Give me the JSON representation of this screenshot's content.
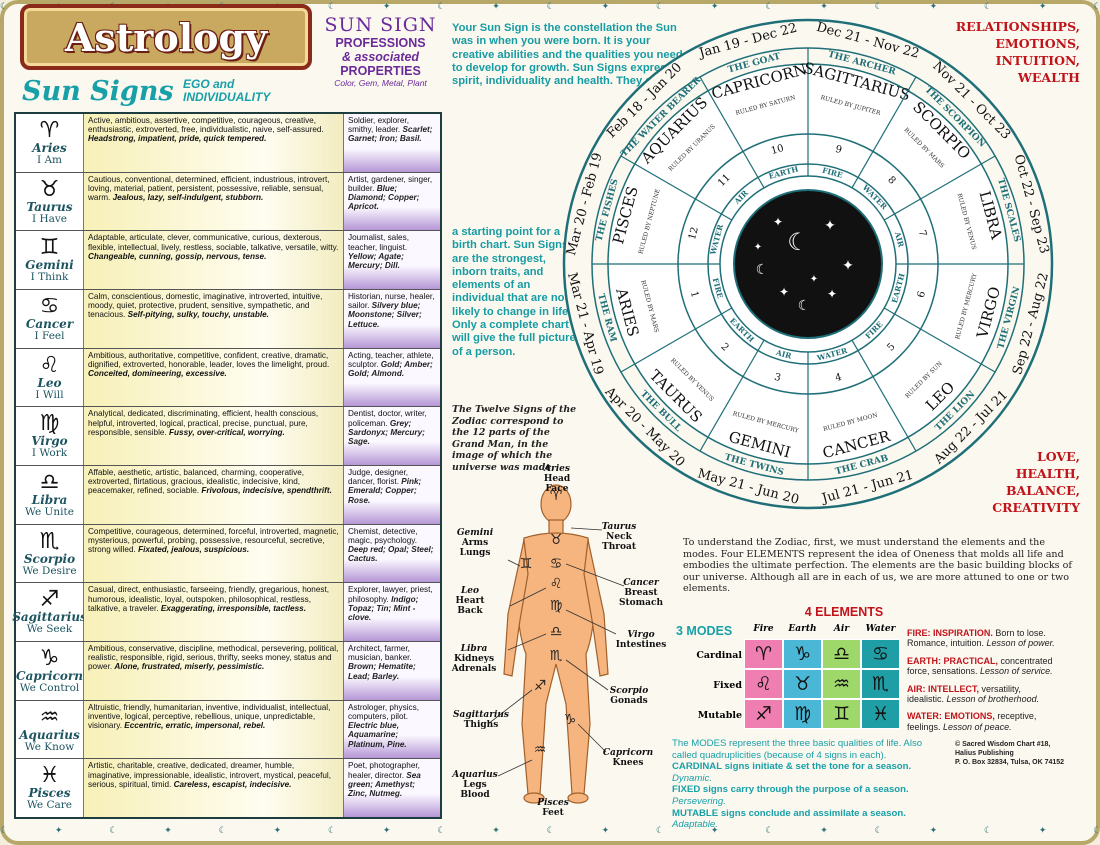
{
  "title": "Astrology",
  "sun_signs_heading": "Sun Signs",
  "ego_line1": "EGO and",
  "ego_line2": "INDIVIDUALITY",
  "professions_header": {
    "line1": "SUN SIGN",
    "line2": "PROFESSIONS",
    "line3": "& associated",
    "line4": "PROPERTIES",
    "line5": "Color, Gem, Metal, Plant"
  },
  "signs": [
    {
      "glyph": "♈",
      "name": "Aries",
      "motto": "I Am",
      "traits": "Active, ambitious, assertive, competitive, courageous, creative, enthusiastic, extroverted, free, individualistic, naive, self-assured.",
      "traits_neg": "Headstrong, impatient, pride, quick tempered.",
      "prof": "Soldier, explorer, smithy, leader.",
      "prop": "Scarlet; Garnet; Iron; Basil."
    },
    {
      "glyph": "♉",
      "name": "Taurus",
      "motto": "I Have",
      "traits": "Cautious, conventional, determined, efficient, industrious, introvert, loving, material, patient, persistent, possessive, reliable, sensual, warm.",
      "traits_neg": "Jealous, lazy, self-indulgent, stubborn.",
      "prof": "Artist, gardener, singer, builder.",
      "prop": "Blue; Diamond; Copper; Apricot."
    },
    {
      "glyph": "♊",
      "name": "Gemini",
      "motto": "I Think",
      "traits": "Adaptable, articulate, clever, communicative, curious, dexterous, flexible, intellectual, lively, restless, sociable, talkative, versatile, witty.",
      "traits_neg": "Changeable, cunning, gossip, nervous, tense.",
      "prof": "Journalist, sales, teacher, linguist.",
      "prop": "Yellow; Agate; Mercury; Dill."
    },
    {
      "glyph": "♋",
      "name": "Cancer",
      "motto": "I Feel",
      "traits": "Calm, conscientious, domestic, imaginative, introverted, intuitive, moody, quiet, protective, prudent, sensitive, sympathetic, and tenacious.",
      "traits_neg": "Self-pitying, sulky, touchy, unstable.",
      "prof": "Historian, nurse, healer, sailor.",
      "prop": "Silvery blue; Moonstone; Silver; Lettuce."
    },
    {
      "glyph": "♌",
      "name": "Leo",
      "motto": "I Will",
      "traits": "Ambitious, authoritative, competitive, confident, creative, dramatic, dignified, extroverted, honorable, leader, loves the limelight, proud.",
      "traits_neg": "Conceited, domineering, excessive.",
      "prof": "Acting, teacher, athlete, sculptor.",
      "prop": "Gold; Amber; Gold; Almond."
    },
    {
      "glyph": "♍",
      "name": "Virgo",
      "motto": "I Work",
      "traits": "Analytical, dedicated, discriminating, efficient, health conscious, helpful, introverted, logical, practical, precise, punctual, pure, responsible, sensible.",
      "traits_neg": "Fussy, over-critical, worrying.",
      "prof": "Dentist, doctor, writer, policeman.",
      "prop": "Grey; Sardonyx; Mercury; Sage."
    },
    {
      "glyph": "♎",
      "name": "Libra",
      "motto": "We Unite",
      "traits": "Affable, aesthetic, artistic, balanced, charming, cooperative, extroverted, flirtatious, gracious, idealistic, indecisive, kind, peacemaker, refined, sociable.",
      "traits_neg": "Frivolous, indecisive, spendthrift.",
      "prof": "Judge, designer, dancer, florist.",
      "prop": "Pink; Emerald; Copper; Rose."
    },
    {
      "glyph": "♏",
      "name": "Scorpio",
      "motto": "We Desire",
      "traits": "Competitive, courageous, determined, forceful, introverted, magnetic, mysterious, powerful, probing, possessive, resourceful, secretive, strong willed.",
      "traits_neg": "Fixated, jealous, suspicious.",
      "prof": "Chemist, detective, magic, psychology.",
      "prop": "Deep red; Opal; Steel; Cactus."
    },
    {
      "glyph": "♐",
      "name": "Sagittarius",
      "motto": "We Seek",
      "traits": "Casual, direct, enthusiastic, farseeing, friendly, gregarious, honest, humorous, idealistic, loyal, outspoken, philosophical, restless, talkative, a traveler.",
      "traits_neg": "Exaggerating, irresponsible, tactless.",
      "prof": "Explorer, lawyer, priest, philosophy.",
      "prop": "Indigo; Topaz; Tin; Mint - clove."
    },
    {
      "glyph": "♑",
      "name": "Capricorn",
      "motto": "We Control",
      "traits": "Ambitious, conservative, discipline, methodical, persevering, political, realistic, responsible, rigid, serious, thrifty, seeks money, status and power.",
      "traits_neg": "Alone, frustrated, miserly, pessimistic.",
      "prof": "Architect, farmer, musician, banker.",
      "prop": "Brown; Hematite; Lead; Barley."
    },
    {
      "glyph": "♒",
      "name": "Aquarius",
      "motto": "We Know",
      "traits": "Altruistic, friendly, humanitarian, inventive, individualist, intellectual, inventive, logical, perceptive, rebellious, unique, unpredictable, visionary.",
      "traits_neg": "Eccentric, erratic, impersonal, rebel.",
      "prof": "Astrologer, physics, computers, pilot.",
      "prop": "Electric blue, Aquamarine; Platinum, Pine."
    },
    {
      "glyph": "♓",
      "name": "Pisces",
      "motto": "We Care",
      "traits": "Artistic, charitable, creative, dedicated, dreamer, humble, imaginative, impressionable, idealistic, introvert, mystical, peaceful, serious, spiritual, timid.",
      "traits_neg": "Careless, escapist, indecisive.",
      "prof": "Poet, photographer, healer, director.",
      "prop": "Sea green; Amethyst; Zinc, Nutmeg."
    }
  ],
  "intro_text": "Your Sun Sign is the constellation the Sun was in when you were born. It is your creative abilities and the qualities you need to develop for growth. Sun Signs express spirit, individuality and health. They are",
  "intro_text_2": "a starting point for a birth chart. Sun Signs are the strongest, inborn traits, and elements of an individual that are not likely to change in life. Only a complete chart will give the full picture of a person.",
  "twelve_signs_text": "The Twelve Signs of the Zodiac correspond to the 12 parts of the Grand Man, in the image of which the universe was made.",
  "wheel": {
    "outer": [
      {
        "dates": "Dec 21 - Nov 22",
        "tag": "THE ARCHER",
        "name": "SAGITTARIUS",
        "ruler": "RULED BY JUPITER",
        "house": "9",
        "elem": "FIRE"
      },
      {
        "dates": "Nov 21 - Oct 23",
        "tag": "THE SCORPION",
        "name": "SCORPIO",
        "ruler": "RULED BY MARS",
        "house": "8",
        "elem": "WATER"
      },
      {
        "dates": "Oct 22 - Sep 23",
        "tag": "THE SCALES",
        "name": "LIBRA",
        "ruler": "RULED BY VENUS",
        "house": "7",
        "elem": "AIR"
      },
      {
        "dates": "Sep 22 - Aug 22",
        "tag": "THE VIRGIN",
        "name": "VIRGO",
        "ruler": "RULED BY MERCURY",
        "house": "6",
        "elem": "EARTH"
      },
      {
        "dates": "Aug 22 - Jul 21",
        "tag": "THE LION",
        "name": "LEO",
        "ruler": "RULED BY SUN",
        "house": "5",
        "elem": "FIRE"
      },
      {
        "dates": "Jul 21 - Jun 21",
        "tag": "THE CRAB",
        "name": "CANCER",
        "ruler": "RULED BY MOON",
        "house": "4",
        "elem": "WATER"
      },
      {
        "dates": "May 21 - Jun 20",
        "tag": "THE TWINS",
        "name": "GEMINI",
        "ruler": "RULED BY MERCURY",
        "house": "3",
        "elem": "AIR"
      },
      {
        "dates": "Apr 20 - May 20",
        "tag": "THE BULL",
        "name": "TAURUS",
        "ruler": "RULED BY VENUS",
        "house": "2",
        "elem": "EARTH"
      },
      {
        "dates": "Mar 21 - Apr 19",
        "tag": "THE RAM",
        "name": "ARIES",
        "ruler": "RULED BY MARS",
        "house": "1",
        "elem": "FIRE"
      },
      {
        "dates": "Mar 20 - Feb 19",
        "tag": "THE FISHES",
        "name": "PISCES",
        "ruler": "RULED BY NEPTUNE",
        "house": "12",
        "elem": "WATER"
      },
      {
        "dates": "Feb 18 - Jan 20",
        "tag": "THE WATER BEARER",
        "name": "AQUARIUS",
        "ruler": "RULED BY URANUS",
        "house": "11",
        "elem": "AIR"
      },
      {
        "dates": "Jan 19 - Dec 22",
        "tag": "THE GOAT",
        "name": "CAPRICORN",
        "ruler": "RULED BY SATURN",
        "house": "10",
        "elem": "EARTH"
      }
    ]
  },
  "right_top": [
    "RELATIONSHIPS,",
    "EMOTIONS,",
    "INTUITION,",
    "WEALTH"
  ],
  "right_bottom": [
    "LOVE,",
    "HEALTH,",
    "BALANCE,",
    "CREATIVITY"
  ],
  "body_labels": {
    "aries": [
      "Aries",
      "Head Face"
    ],
    "taurus": [
      "Taurus",
      "Neck",
      "Throat"
    ],
    "gemini": [
      "Gemini",
      "Arms",
      "Lungs"
    ],
    "cancer": [
      "Cancer",
      "Breast",
      "Stomach"
    ],
    "leo": [
      "Leo",
      "Heart",
      "Back"
    ],
    "virgo": [
      "Virgo",
      "Intestines"
    ],
    "libra": [
      "Libra",
      "Kidneys",
      "Adrenals"
    ],
    "scorpio": [
      "Scorpio",
      "Gonads"
    ],
    "sagittarius": [
      "Sagittarius",
      "Thighs"
    ],
    "capricorn": [
      "Capricorn",
      "Knees"
    ],
    "aquarius": [
      "Aquarius",
      "Legs",
      "Blood"
    ],
    "pisces": [
      "Pisces",
      "Feet"
    ]
  },
  "elements_intro": "To understand the Zodiac, first, we must understand the elements and the modes. Four ELEMENTS represent the idea of Oneness that molds all life and embodies the ultimate perfection. The elements are the basic building blocks of our universe. Although all are in each of us, we are more attuned to one or two elements.",
  "elements_title": "4 ELEMENTS",
  "modes_title": "3 MODES",
  "element_headers": [
    "Fire",
    "Earth",
    "Air",
    "Water"
  ],
  "modes": [
    {
      "label": "Cardinal",
      "cells": [
        "♈",
        "♑",
        "♎",
        "♋"
      ]
    },
    {
      "label": "Fixed",
      "cells": [
        "♌",
        "♉",
        "♒",
        "♏"
      ]
    },
    {
      "label": "Mutable",
      "cells": [
        "♐",
        "♍",
        "♊",
        "♓"
      ]
    }
  ],
  "element_colors": [
    "#f07fb1",
    "#4ab7d6",
    "#9fd86a",
    "#1f9ea5"
  ],
  "element_desc": [
    {
      "head": "FIRE: INSPIRATION.",
      "body": " Born to lose.",
      "body2": "Romance, intuition. ",
      "lesson": "Lesson of power."
    },
    {
      "head": "EARTH: PRACTICAL,",
      "body": " concentrated",
      "body2": "force, sensations. ",
      "lesson": "Lesson of service."
    },
    {
      "head": "AIR: INTELLECT,",
      "body": " versatility,",
      "body2": "idealistic. ",
      "lesson": "Lesson of brotherhood."
    },
    {
      "head": "WATER: EMOTIONS,",
      "body": " receptive,",
      "body2": "feelings. ",
      "lesson": "Lesson of peace."
    }
  ],
  "modes_text": {
    "p1": "The MODES represent the three basic qualities of life. Also called quadruplicities (because of 4 signs in each).",
    "cardinal": "CARDINAL signs initiate & set the tone for a season. ",
    "cardinal_i": "Dynamic.",
    "fixed": "FIXED signs carry through the purpose of a season. ",
    "fixed_i": "Persevering.",
    "mutable": "MUTABLE signs conclude and assimilate a season. ",
    "mutable_i": "Adaptable."
  },
  "copyright": [
    "© Sacred Wisdom Chart #18,",
    "Halius Publishing",
    "P. O. Box 32834, Tulsa, OK 74152"
  ]
}
